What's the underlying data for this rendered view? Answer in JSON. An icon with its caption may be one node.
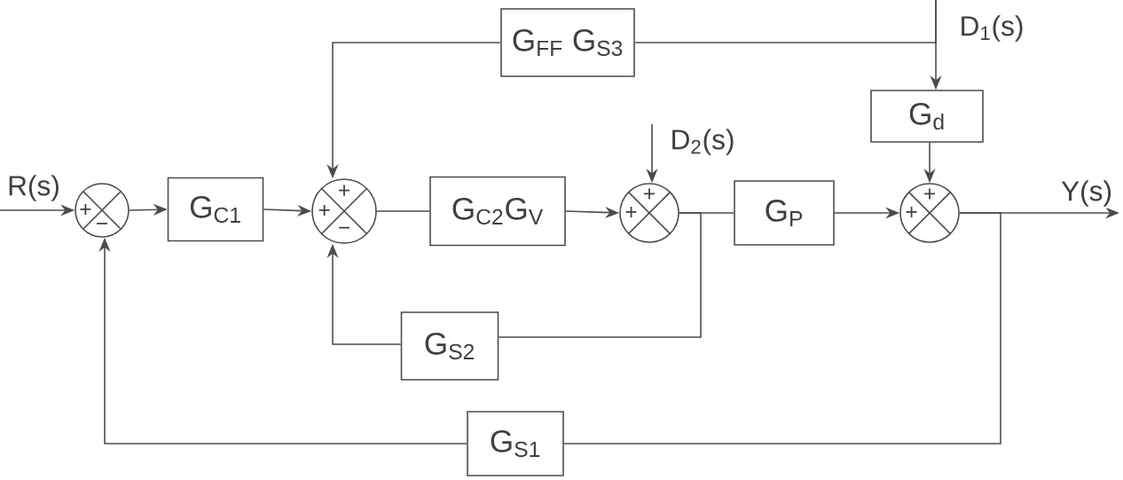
{
  "diagram": {
    "nodes": [
      {
        "text": [
          "+",
          "−"
        ]
      },
      {
        "text": [
          "G$_{C1}$"
        ]
      },
      {
        "text": [
          "+",
          "+",
          "−"
        ]
      },
      {
        "text": [
          "G$_{C2}$G$_{V}$"
        ]
      },
      {
        "text": [
          "+",
          "+"
        ]
      },
      {
        "text": [
          "G$_{P}$"
        ]
      },
      {
        "text": [
          "+",
          "+"
        ]
      },
      {
        "text": [
          "G$_{FF}$ G$_{S3}$"
        ]
      },
      {
        "text": [
          "G$_{d}$"
        ]
      },
      {
        "text": [
          "G$_{S2}$"
        ]
      },
      {
        "text": [
          "G$_{S1}$"
        ]
      }
    ],
    "edges": [
      {
        "from": null,
        "to": 0,
        "arrow": "to",
        "label": "R(s)"
      },
      {
        "from": 0,
        "to": 1,
        "arrow": "to"
      },
      {
        "from": 1,
        "to": 2,
        "arrow": "to"
      },
      {
        "from": 2,
        "to": 3,
        "arrow": "none"
      },
      {
        "from": 3,
        "to": 4,
        "arrow": "to"
      },
      {
        "from": 4,
        "to": 5,
        "arrow": "none"
      },
      {
        "from": 5,
        "to": 6,
        "arrow": "to"
      },
      {
        "from": 6,
        "to": null,
        "arrow": "to",
        "label": "Y(s)"
      },
      {
        "from": null,
        "to": 8,
        "arrow": "to",
        "label": "D$_{1}$(s)"
      },
      {
        "from": null,
        "to": 7,
        "arrow": "none"
      },
      {
        "from": 7,
        "to": 2,
        "arrow": "to"
      },
      {
        "from": 8,
        "to": 6,
        "arrow": "to"
      },
      {
        "from": null,
        "to": 4,
        "arrow": "to",
        "label": "D$_{2}$(s)"
      },
      {
        "from": 4,
        "to": 9,
        "arrow": "none"
      },
      {
        "from": 9,
        "to": 2,
        "arrow": "to"
      },
      {
        "from": 6,
        "to": 10,
        "arrow": "none"
      },
      {
        "from": 10,
        "to": 0,
        "arrow": "to"
      }
    ]
  }
}
